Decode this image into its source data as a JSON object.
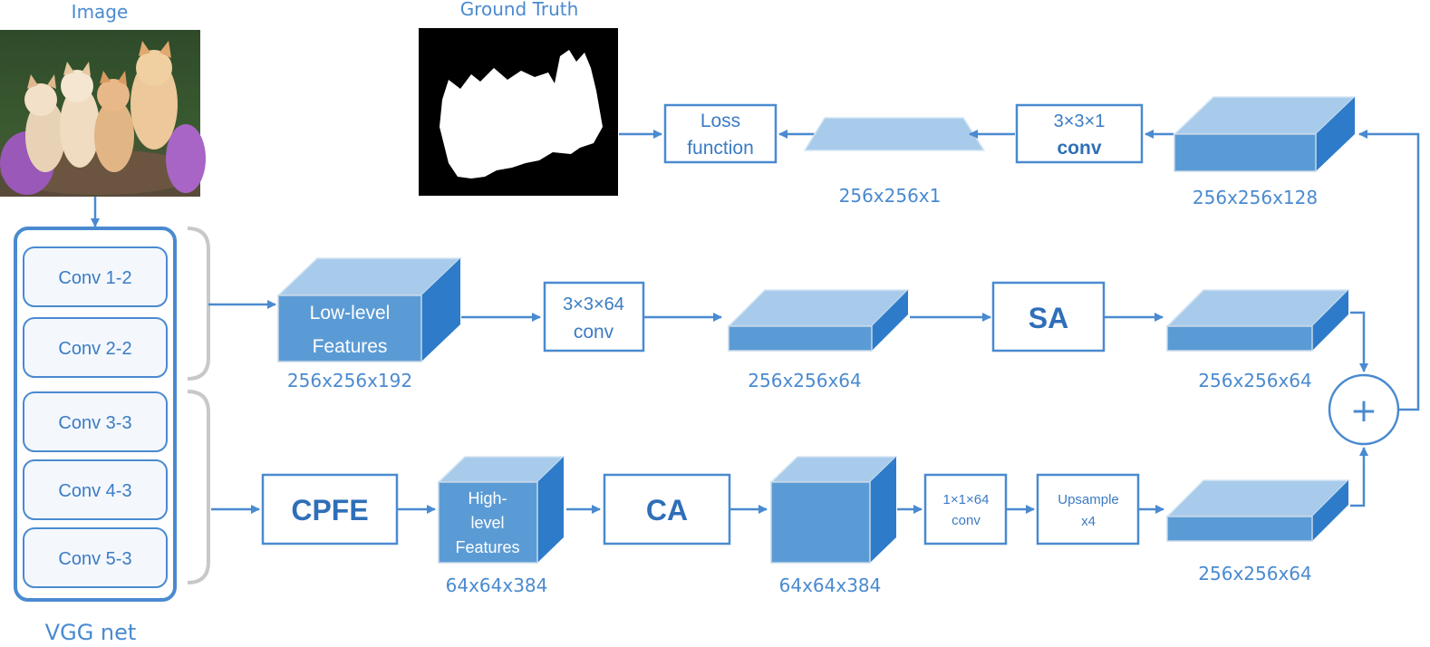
{
  "image_label": "Image",
  "gt_label": "Ground Truth",
  "vgg_label": "VGG net",
  "vgg_layers": [
    "Conv 1-2",
    "Conv 2-2",
    "Conv 3-3",
    "Conv 4-3",
    "Conv 5-3"
  ],
  "top_row": {
    "loss": [
      "Loss",
      "function"
    ],
    "conv331": [
      "3×3×1",
      "conv"
    ],
    "dim_map": "256x256x1",
    "dim_feat": "256x256x128"
  },
  "mid_row": {
    "lowlevel": [
      "Low-level",
      "Features"
    ],
    "dim_low": "256x256x192",
    "conv3364": [
      "3×3×64",
      "conv"
    ],
    "dim_a": "256x256x64",
    "sa": "SA",
    "dim_b": "256x256x64"
  },
  "bot_row": {
    "cpfe": "CPFE",
    "highlevel": [
      "High-",
      "level",
      "Features"
    ],
    "dim_high": "64x64x384",
    "ca": "CA",
    "dim_ca": "64x64x384",
    "conv1164": [
      "1×1×64",
      "conv"
    ],
    "upsample": [
      "Upsample",
      "x4"
    ],
    "dim_up": "256x256x64"
  },
  "plus": "+",
  "colors": {
    "accent": "#4a8ad0",
    "front": "#5b9bd5",
    "top": "#a9cbeb",
    "side": "#2e7bc9"
  }
}
